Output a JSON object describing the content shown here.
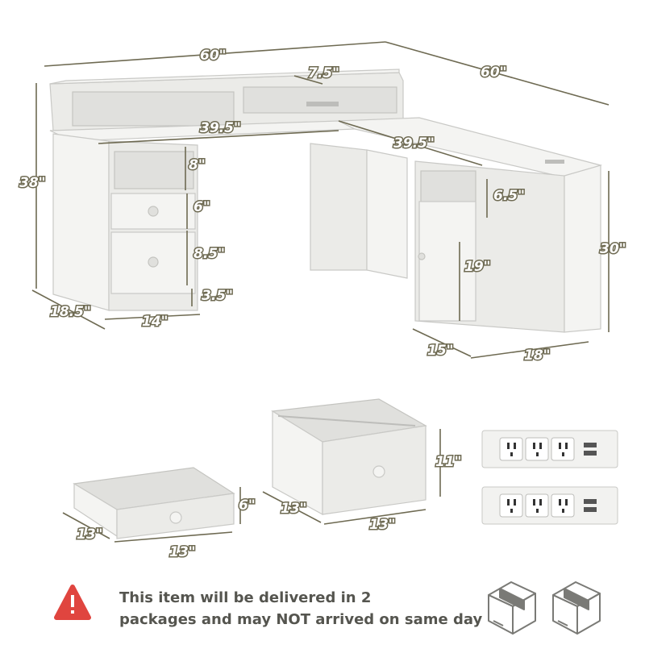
{
  "dimensions": {
    "desk_width": "60\"",
    "return_width": "60\"",
    "hutch_depth": "7.5\"",
    "top_left_span": "39.5\"",
    "top_right_span": "39.5\"",
    "total_height": "38\"",
    "desk_height": "30\"",
    "cubby_height": "8\"",
    "drawer_small_h": "6\"",
    "drawer_file_h": "8.5\"",
    "base_h": "3.5\"",
    "left_depth": "18.5\"",
    "left_cabinet_w": "14\"",
    "right_cubby_h": "6.5\"",
    "door_h": "19\"",
    "right_depth": "15\"",
    "right_cabinet_w": "18\""
  },
  "drawers": {
    "small": {
      "depth": "13\"",
      "width": "13\"",
      "height": "6\""
    },
    "file": {
      "depth": "13\"",
      "width": "13\"",
      "height": "11\""
    }
  },
  "outlets": {
    "count": 2
  },
  "notice": {
    "line1": "This item will be delivered in 2",
    "line2": "packages and may NOT arrived on same day"
  },
  "colors": {
    "dimension_outline": "#6e6a52",
    "warning_red": "#e0453f",
    "text_gray": "#55554f"
  }
}
